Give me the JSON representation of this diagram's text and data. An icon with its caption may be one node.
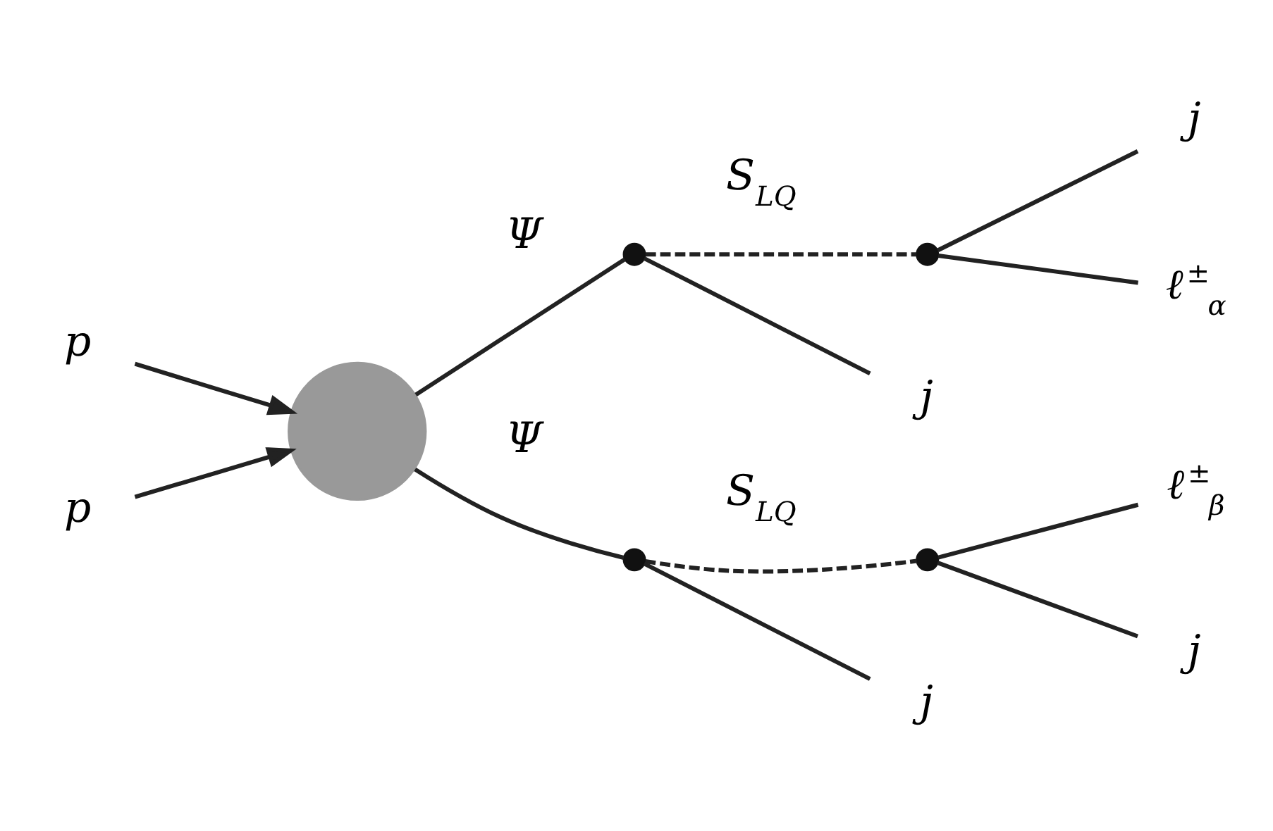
{
  "diagram": {
    "nodes": [
      {
        "text": [
          "p"
        ]
      },
      {
        "text": [
          "p"
        ]
      },
      {
        "text": [],
        "shape": "circle"
      },
      {
        "text": [],
        "shape": "circle"
      },
      {
        "text": [],
        "shape": "circle"
      },
      {
        "text": [],
        "shape": "circle"
      },
      {
        "text": [],
        "shape": "circle"
      },
      {
        "text": [
          "j"
        ]
      },
      {
        "text": [
          "j"
        ]
      },
      {
        "text": [
          "ℓ$^{±}$$_{α}$"
        ]
      },
      {
        "text": [
          "ℓ$^{±}$$_{β}$"
        ]
      },
      {
        "text": [
          "j"
        ]
      },
      {
        "text": [
          "j"
        ]
      }
    ],
    "edges": [
      {
        "from": 0,
        "to": 2,
        "arrow": "to"
      },
      {
        "from": 1,
        "to": 2,
        "arrow": "to"
      },
      {
        "from": 2,
        "to": 3,
        "arrow": "none",
        "label": "Ψ"
      },
      {
        "from": 2,
        "to": 4,
        "arrow": "none",
        "label": "Ψ"
      },
      {
        "from": 3,
        "to": 5,
        "arrow": "none",
        "label": "S$_{LQ}$",
        "style": "dashed"
      },
      {
        "from": 4,
        "to": 6,
        "arrow": "none",
        "label": "S$_{LQ}$",
        "style": "dashed"
      },
      {
        "from": 3,
        "to": 7,
        "arrow": "none"
      },
      {
        "from": 5,
        "to": 8,
        "arrow": "none"
      },
      {
        "from": 5,
        "to": 9,
        "arrow": "none"
      },
      {
        "from": 6,
        "to": 10,
        "arrow": "none"
      },
      {
        "from": 4,
        "to": 11,
        "arrow": "none"
      },
      {
        "from": 6,
        "to": 12,
        "arrow": "none"
      }
    ]
  }
}
